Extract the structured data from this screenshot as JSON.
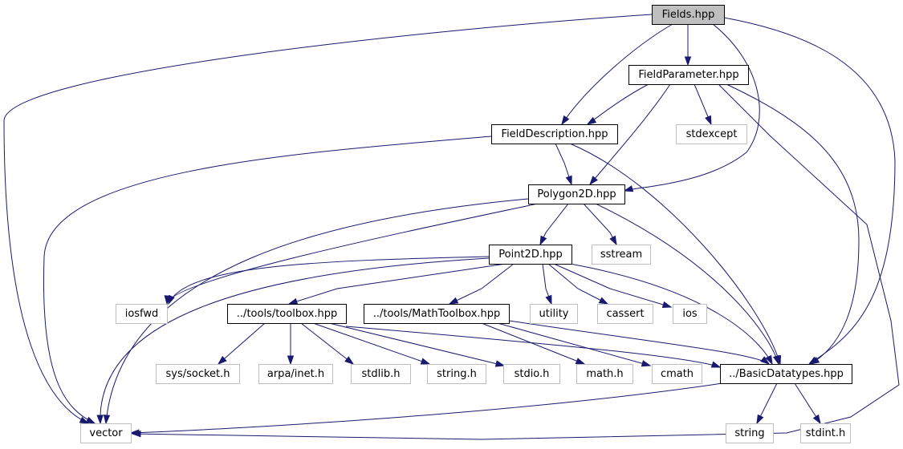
{
  "graph": {
    "nodes": [
      {
        "id": "fields",
        "label": "Fields.hpp",
        "style": "root"
      },
      {
        "id": "fieldparam",
        "label": "FieldParameter.hpp",
        "style": "local"
      },
      {
        "id": "fielddesc",
        "label": "FieldDescription.hpp",
        "style": "local"
      },
      {
        "id": "stdexcept",
        "label": "stdexcept",
        "style": "system"
      },
      {
        "id": "polygon",
        "label": "Polygon2D.hpp",
        "style": "local"
      },
      {
        "id": "point",
        "label": "Point2D.hpp",
        "style": "local"
      },
      {
        "id": "sstream",
        "label": "sstream",
        "style": "system"
      },
      {
        "id": "iosfwd",
        "label": "iosfwd",
        "style": "system"
      },
      {
        "id": "toolbox",
        "label": "../tools/toolbox.hpp",
        "style": "local"
      },
      {
        "id": "mathtoolbox",
        "label": "../tools/MathToolbox.hpp",
        "style": "local"
      },
      {
        "id": "utility",
        "label": "utility",
        "style": "system"
      },
      {
        "id": "cassert",
        "label": "cassert",
        "style": "system"
      },
      {
        "id": "ios",
        "label": "ios",
        "style": "system"
      },
      {
        "id": "syssocket",
        "label": "sys/socket.h",
        "style": "system"
      },
      {
        "id": "arpainet",
        "label": "arpa/inet.h",
        "style": "system"
      },
      {
        "id": "stdlib",
        "label": "stdlib.h",
        "style": "system"
      },
      {
        "id": "stringh",
        "label": "string.h",
        "style": "system"
      },
      {
        "id": "stdio",
        "label": "stdio.h",
        "style": "system"
      },
      {
        "id": "mathh",
        "label": "math.h",
        "style": "system"
      },
      {
        "id": "cmath",
        "label": "cmath",
        "style": "system"
      },
      {
        "id": "basic",
        "label": "../BasicDatatypes.hpp",
        "style": "local"
      },
      {
        "id": "vector",
        "label": "vector",
        "style": "system"
      },
      {
        "id": "string",
        "label": "string",
        "style": "system"
      },
      {
        "id": "stdint",
        "label": "stdint.h",
        "style": "system"
      }
    ],
    "edges": [
      {
        "from": "fields",
        "to": "fieldparam"
      },
      {
        "from": "fields",
        "to": "fielddesc"
      },
      {
        "from": "fields",
        "to": "polygon"
      },
      {
        "from": "fields",
        "to": "basic"
      },
      {
        "from": "fields",
        "to": "vector"
      },
      {
        "from": "fieldparam",
        "to": "fielddesc"
      },
      {
        "from": "fieldparam",
        "to": "polygon"
      },
      {
        "from": "fieldparam",
        "to": "stdexcept"
      },
      {
        "from": "fieldparam",
        "to": "basic"
      },
      {
        "from": "fieldparam",
        "to": "vector"
      },
      {
        "from": "fielddesc",
        "to": "polygon"
      },
      {
        "from": "fielddesc",
        "to": "basic"
      },
      {
        "from": "fielddesc",
        "to": "vector"
      },
      {
        "from": "polygon",
        "to": "point"
      },
      {
        "from": "polygon",
        "to": "sstream"
      },
      {
        "from": "polygon",
        "to": "iosfwd"
      },
      {
        "from": "polygon",
        "to": "basic"
      },
      {
        "from": "polygon",
        "to": "vector"
      },
      {
        "from": "point",
        "to": "iosfwd"
      },
      {
        "from": "point",
        "to": "toolbox"
      },
      {
        "from": "point",
        "to": "mathtoolbox"
      },
      {
        "from": "point",
        "to": "utility"
      },
      {
        "from": "point",
        "to": "cassert"
      },
      {
        "from": "point",
        "to": "ios"
      },
      {
        "from": "point",
        "to": "basic"
      },
      {
        "from": "point",
        "to": "vector"
      },
      {
        "from": "toolbox",
        "to": "syssocket"
      },
      {
        "from": "toolbox",
        "to": "arpainet"
      },
      {
        "from": "toolbox",
        "to": "stdlib"
      },
      {
        "from": "toolbox",
        "to": "stringh"
      },
      {
        "from": "toolbox",
        "to": "stdio"
      },
      {
        "from": "toolbox",
        "to": "basic"
      },
      {
        "from": "mathtoolbox",
        "to": "mathh"
      },
      {
        "from": "mathtoolbox",
        "to": "cmath"
      },
      {
        "from": "mathtoolbox",
        "to": "basic"
      },
      {
        "from": "basic",
        "to": "string"
      },
      {
        "from": "basic",
        "to": "stdint"
      },
      {
        "from": "basic",
        "to": "vector"
      }
    ]
  },
  "colors": {
    "edge": "#191970",
    "root_fill": "#bfbfbf",
    "root_border": "#000000",
    "local_fill": "#ffffff",
    "local_border": "#000000",
    "system_fill": "#ffffff",
    "system_border": "#bfbfbf",
    "label": "#000000"
  }
}
